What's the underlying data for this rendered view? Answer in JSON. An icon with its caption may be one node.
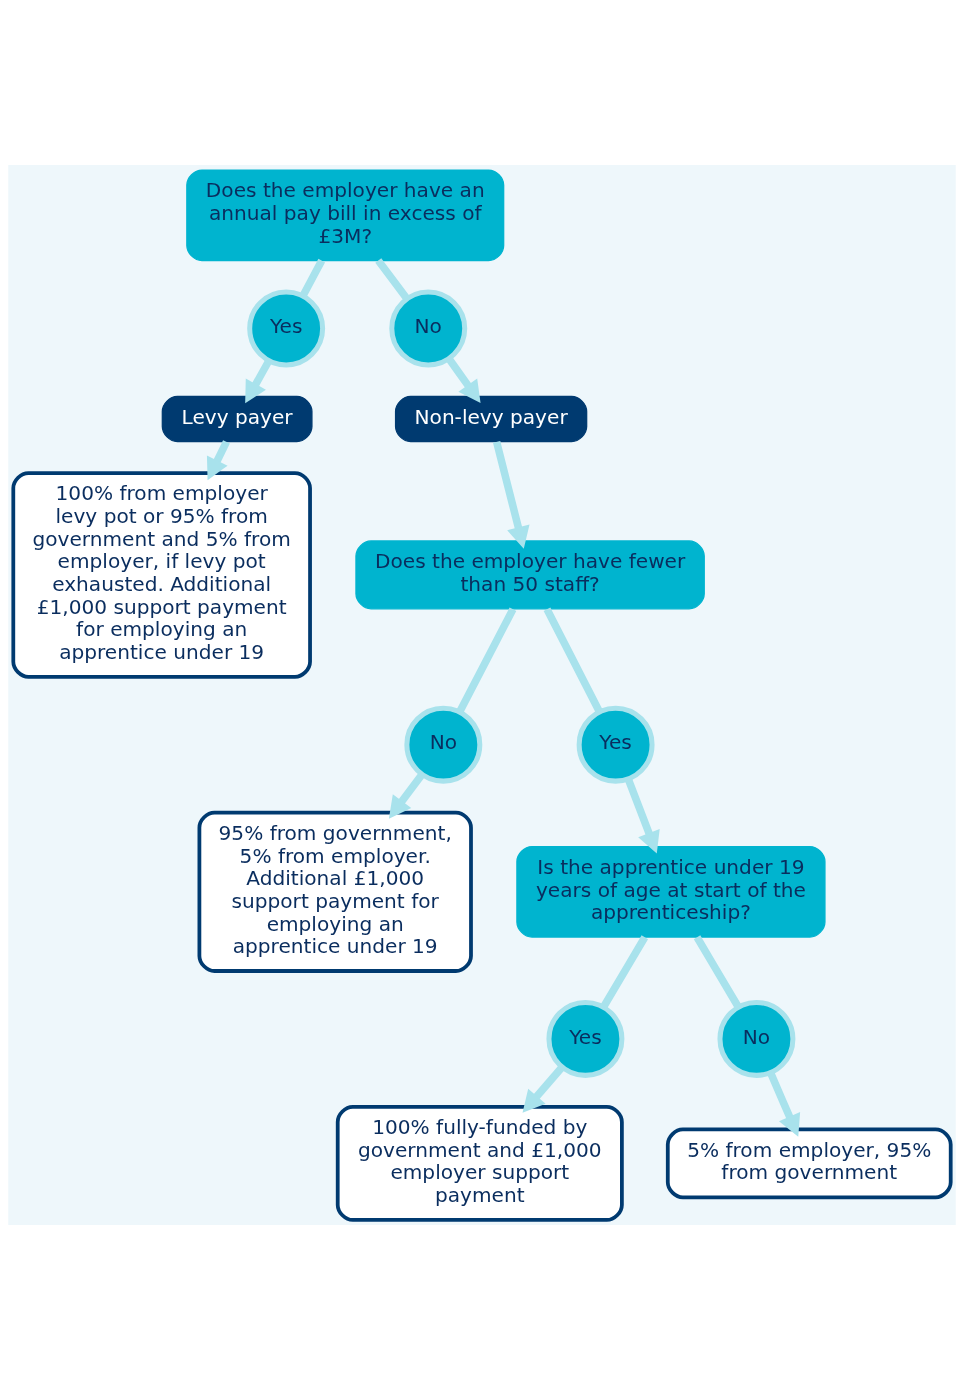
{
  "diagram": {
    "nodes": [
      {
        "text": [
          "Does the employer have an annual pay bill in excess of £3M?"
        ]
      },
      {
        "text": [
          "Yes"
        ]
      },
      {
        "text": [
          "No"
        ]
      },
      {
        "text": [
          "Levy payer"
        ]
      },
      {
        "text": [
          "Non-levy payer"
        ]
      },
      {
        "text": [
          "100% from employer levy pot or 95% from government and 5% from employer, if levy pot exhausted. Additional £1,000 support payment for employing an apprentice under 19"
        ]
      },
      {
        "text": [
          "Does the employer have fewer than 50 staff?"
        ]
      },
      {
        "text": [
          "No"
        ]
      },
      {
        "text": [
          "95% from government, 5% from employer. Additional £1,000 support payment for employing an apprentice under 19"
        ]
      },
      {
        "text": [
          "Yes"
        ]
      },
      {
        "text": [
          "Is the apprentice under 19 years of age at start of the apprenticeship?"
        ]
      },
      {
        "text": [
          "Yes"
        ]
      },
      {
        "text": [
          "No"
        ]
      },
      {
        "text": [
          "100% fully-funded by government and £1,000 employer support payment"
        ]
      },
      {
        "text": [
          "5% from employer, 95% from government"
        ]
      }
    ],
    "edges": [
      {
        "from": 0,
        "to": 1,
        "arrow": "none"
      },
      {
        "from": 1,
        "to": 3,
        "arrow": "to"
      },
      {
        "from": 0,
        "to": 2,
        "arrow": "none"
      },
      {
        "from": 2,
        "to": 4,
        "arrow": "to"
      },
      {
        "from": 3,
        "to": 5,
        "arrow": "to"
      },
      {
        "from": 4,
        "to": 6,
        "arrow": "to"
      },
      {
        "from": 6,
        "to": 7,
        "arrow": "none"
      },
      {
        "from": 7,
        "to": 8,
        "arrow": "to"
      },
      {
        "from": 6,
        "to": 9,
        "arrow": "none"
      },
      {
        "from": 9,
        "to": 10,
        "arrow": "to"
      },
      {
        "from": 10,
        "to": 11,
        "arrow": "none"
      },
      {
        "from": 11,
        "to": 13,
        "arrow": "to"
      },
      {
        "from": 10,
        "to": 12,
        "arrow": "none"
      },
      {
        "from": 12,
        "to": 14,
        "arrow": "to"
      }
    ]
  }
}
